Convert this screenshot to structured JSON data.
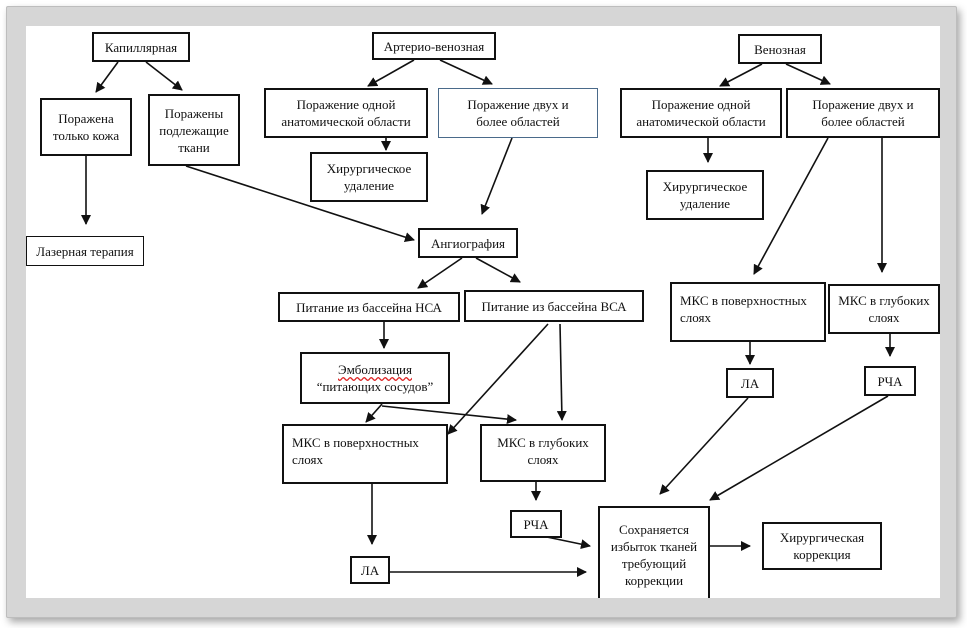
{
  "nodes": {
    "capillary": "Капиллярная",
    "arteriovenous": "Артерио-венозная",
    "venous": "Венозная",
    "skin_only": "Поражена\nтолько кожа",
    "underlying_tissues": "Поражены\nподлежащие\nткани",
    "av_one_area": "Поражение одной\nанатомической области",
    "av_two_areas": "Поражение двух и\nболее областей",
    "v_one_area": "Поражение одной\nанатомической области",
    "v_two_areas": "Поражение двух и\nболее областей",
    "av_surgery": "Хирургическое\nудаление",
    "v_surgery": "Хирургическое\nудаление",
    "laser": "Лазерная терапия",
    "angiography": "Ангиография",
    "eca": "Питание из бассейна НСА",
    "ica": "Питание из бассейна ВСА",
    "embolization_1": "Эмболизация",
    "embolization_2": "“питающих сосудов”",
    "mks_superficial_mid": "МКС в поверхностных\nслоях",
    "mks_deep_mid": "МКС в глубоких\nслоях",
    "mks_superficial_right": "МКС в поверхностных\nслоях",
    "mks_deep_right": "МКС в глубоких\nслоях",
    "la_right": "ЛА",
    "rcha_right": "РЧА",
    "rcha_mid": "РЧА",
    "la_bottom": "ЛА",
    "excess_tissue": "Сохраняется\nизбыток тканей\nтребующий\nкоррекции",
    "surgical_correction": "Хирургическая\nкоррекция"
  }
}
